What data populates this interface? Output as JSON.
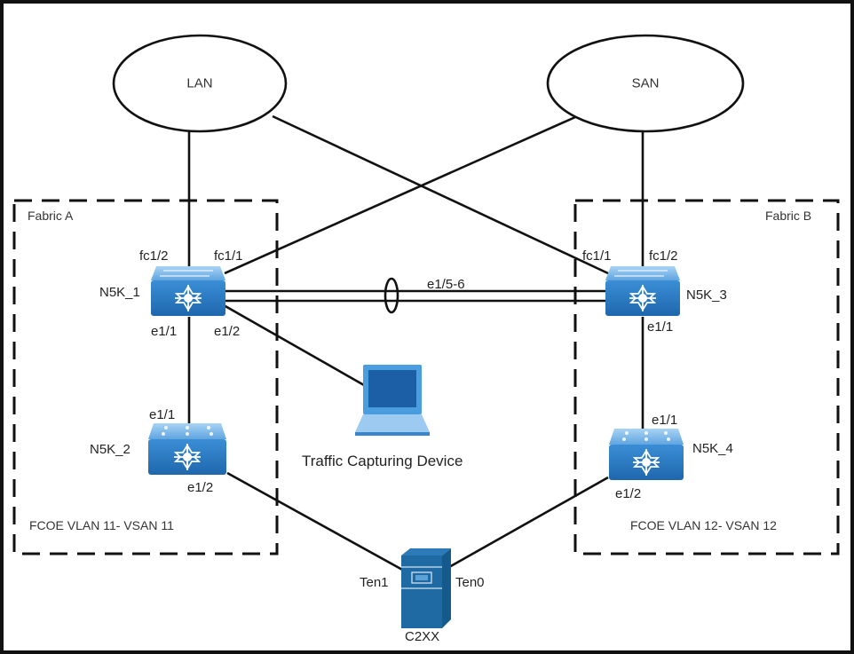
{
  "title": "FCoE Network Topology",
  "clouds": {
    "lan": "LAN",
    "san": "SAN"
  },
  "fabrics": {
    "a": {
      "label": "Fabric A",
      "vlan_vsan": "FCOE VLAN 11- VSAN 11"
    },
    "b": {
      "label": "Fabric B",
      "vlan_vsan": "FCOE VLAN 12- VSAN 12"
    }
  },
  "devices": {
    "n5k_1": "N5K_1",
    "n5k_2": "N5K_2",
    "n5k_3": "N5K_3",
    "n5k_4": "N5K_4",
    "server": "C2XX",
    "laptop": "Traffic Capturing Device"
  },
  "ports": {
    "n5k1_fc12": "fc1/2",
    "n5k1_fc11": "fc1/1",
    "n5k1_e11": "e1/1",
    "n5k1_e12": "e1/2",
    "n5k2_e11": "e1/1",
    "n5k2_e12": "e1/2",
    "n5k3_fc11": "fc1/1",
    "n5k3_fc12": "fc1/2",
    "n5k3_e11": "e1/1",
    "n5k4_e11": "e1/1",
    "n5k4_e12": "e1/2",
    "portchannel": "e1/5-6",
    "server_ten1": "Ten1",
    "server_ten0": "Ten0"
  },
  "colors": {
    "switch_blue": "#2a7bc4",
    "switch_top": "#8fc3ee",
    "line": "#111111"
  }
}
